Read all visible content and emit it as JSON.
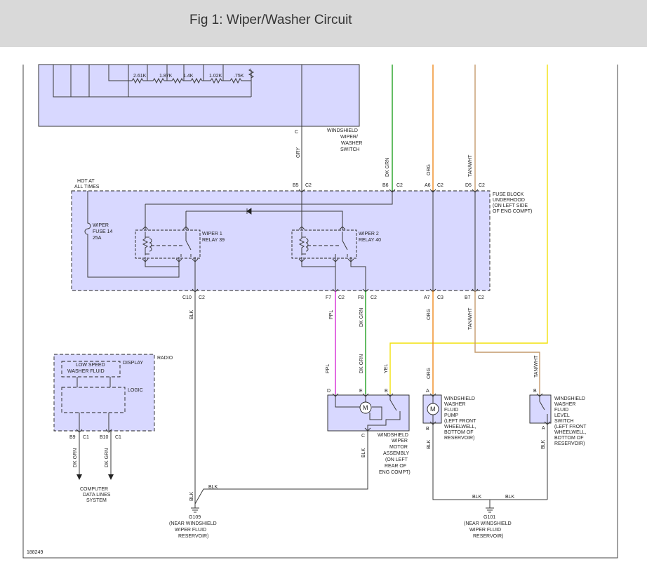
{
  "title": "Fig 1: Wiper/Washer Circuit",
  "figure_id": "188249",
  "colors": {
    "green": "#21a121",
    "orange": "#f08a1e",
    "tan": "#c49a6c",
    "yellow": "#f2e20a",
    "purple": "#d62cd6",
    "blk": "#3a3a3a",
    "fill": "#d8d8ff"
  },
  "resistors": [
    "2.61K",
    "1.87K",
    "1.4K",
    "1.02K",
    ".75K"
  ],
  "switch": {
    "pin": "C",
    "wire": "GRY",
    "label": [
      "WINDSHIELD",
      "WIPER/",
      "WASHER",
      "SWITCH"
    ]
  },
  "fuse_block": {
    "hot": [
      "HOT AT",
      "ALL TIMES"
    ],
    "label": [
      "FUSE BLOCK",
      "UNDERHOOD",
      "(ON LEFT SIDE",
      "OF ENG COMPT)"
    ],
    "fuse": [
      "WIPER",
      "FUSE 14",
      "25A"
    ],
    "relay1": [
      "WIPER 1",
      "RELAY 39"
    ],
    "relay2": [
      "WIPER 2",
      "RELAY 40"
    ],
    "top_pins": [
      {
        "pin": "B5",
        "conn": "C2"
      },
      {
        "pin": "B6",
        "conn": "C2"
      },
      {
        "pin": "A6",
        "conn": "C2"
      },
      {
        "pin": "D5",
        "conn": "C2"
      }
    ],
    "bottom_pins": [
      {
        "pin": "C10",
        "conn": "C2"
      },
      {
        "pin": "F7",
        "conn": "C2"
      },
      {
        "pin": "F8",
        "conn": "C2"
      },
      {
        "pin": "A7",
        "conn": "C3"
      },
      {
        "pin": "B7",
        "conn": "C2"
      }
    ]
  },
  "top_wires": [
    "DK GRN",
    "ORG",
    "TAN/WHT"
  ],
  "bottom_wires": [
    "BLK",
    "PPL",
    "DK GRN",
    "ORG",
    "TAN/WHT"
  ],
  "radio": {
    "label": "RADIO",
    "display": "DISPLAY",
    "logic": "LOGIC",
    "msg": [
      "LOW SPEED",
      "WASHER FLUID"
    ],
    "pins": [
      {
        "pin": "B9",
        "conn": "C1"
      },
      {
        "pin": "B10",
        "conn": "C1"
      }
    ],
    "wires": [
      "DK GRN",
      "DK GRN"
    ],
    "dest": [
      "COMPUTER",
      "DATA LINES",
      "SYSTEM"
    ]
  },
  "motor": {
    "pins": [
      "D",
      "E",
      "B",
      "C"
    ],
    "wires": [
      "PPL",
      "DK GRN",
      "YEL",
      "BLK"
    ],
    "label": [
      "WINDSHIELD",
      "WIPER",
      "MOTOR",
      "ASSEMBLY",
      "(ON LEFT",
      "REAR OF",
      "ENG COMPT)"
    ]
  },
  "pump": {
    "pins": [
      "A",
      "B"
    ],
    "wires": [
      "ORG",
      "BLK"
    ],
    "label": [
      "WINDSHIELD",
      "WASHER",
      "FLUID",
      "PUMP",
      "(LEFT FRONT",
      "WHEELWELL,",
      "BOTTOM OF",
      "RESERVOIR)"
    ]
  },
  "level_switch": {
    "pins": [
      "B",
      "A"
    ],
    "wires": [
      "TAN/WHT",
      "BLK"
    ],
    "label": [
      "WINDSHIELD",
      "WASHER",
      "FLUID",
      "LEVEL",
      "SWITCH",
      "(LEFT FRONT",
      "WHEELWELL,",
      "BOTTOM OF",
      "RESERVOIR)"
    ]
  },
  "grounds": {
    "g109": [
      "G109",
      "(NEAR WINDSHIELD",
      "WIPER FLUID",
      "RESERVOIR)"
    ],
    "g101": [
      "G101",
      "(NEAR WINDSHIELD",
      "WIPER FLUID",
      "RESERVOIR)"
    ],
    "g109_wires": [
      "BLK",
      "BLK"
    ],
    "g101_wires": [
      "BLK",
      "BLK"
    ]
  }
}
